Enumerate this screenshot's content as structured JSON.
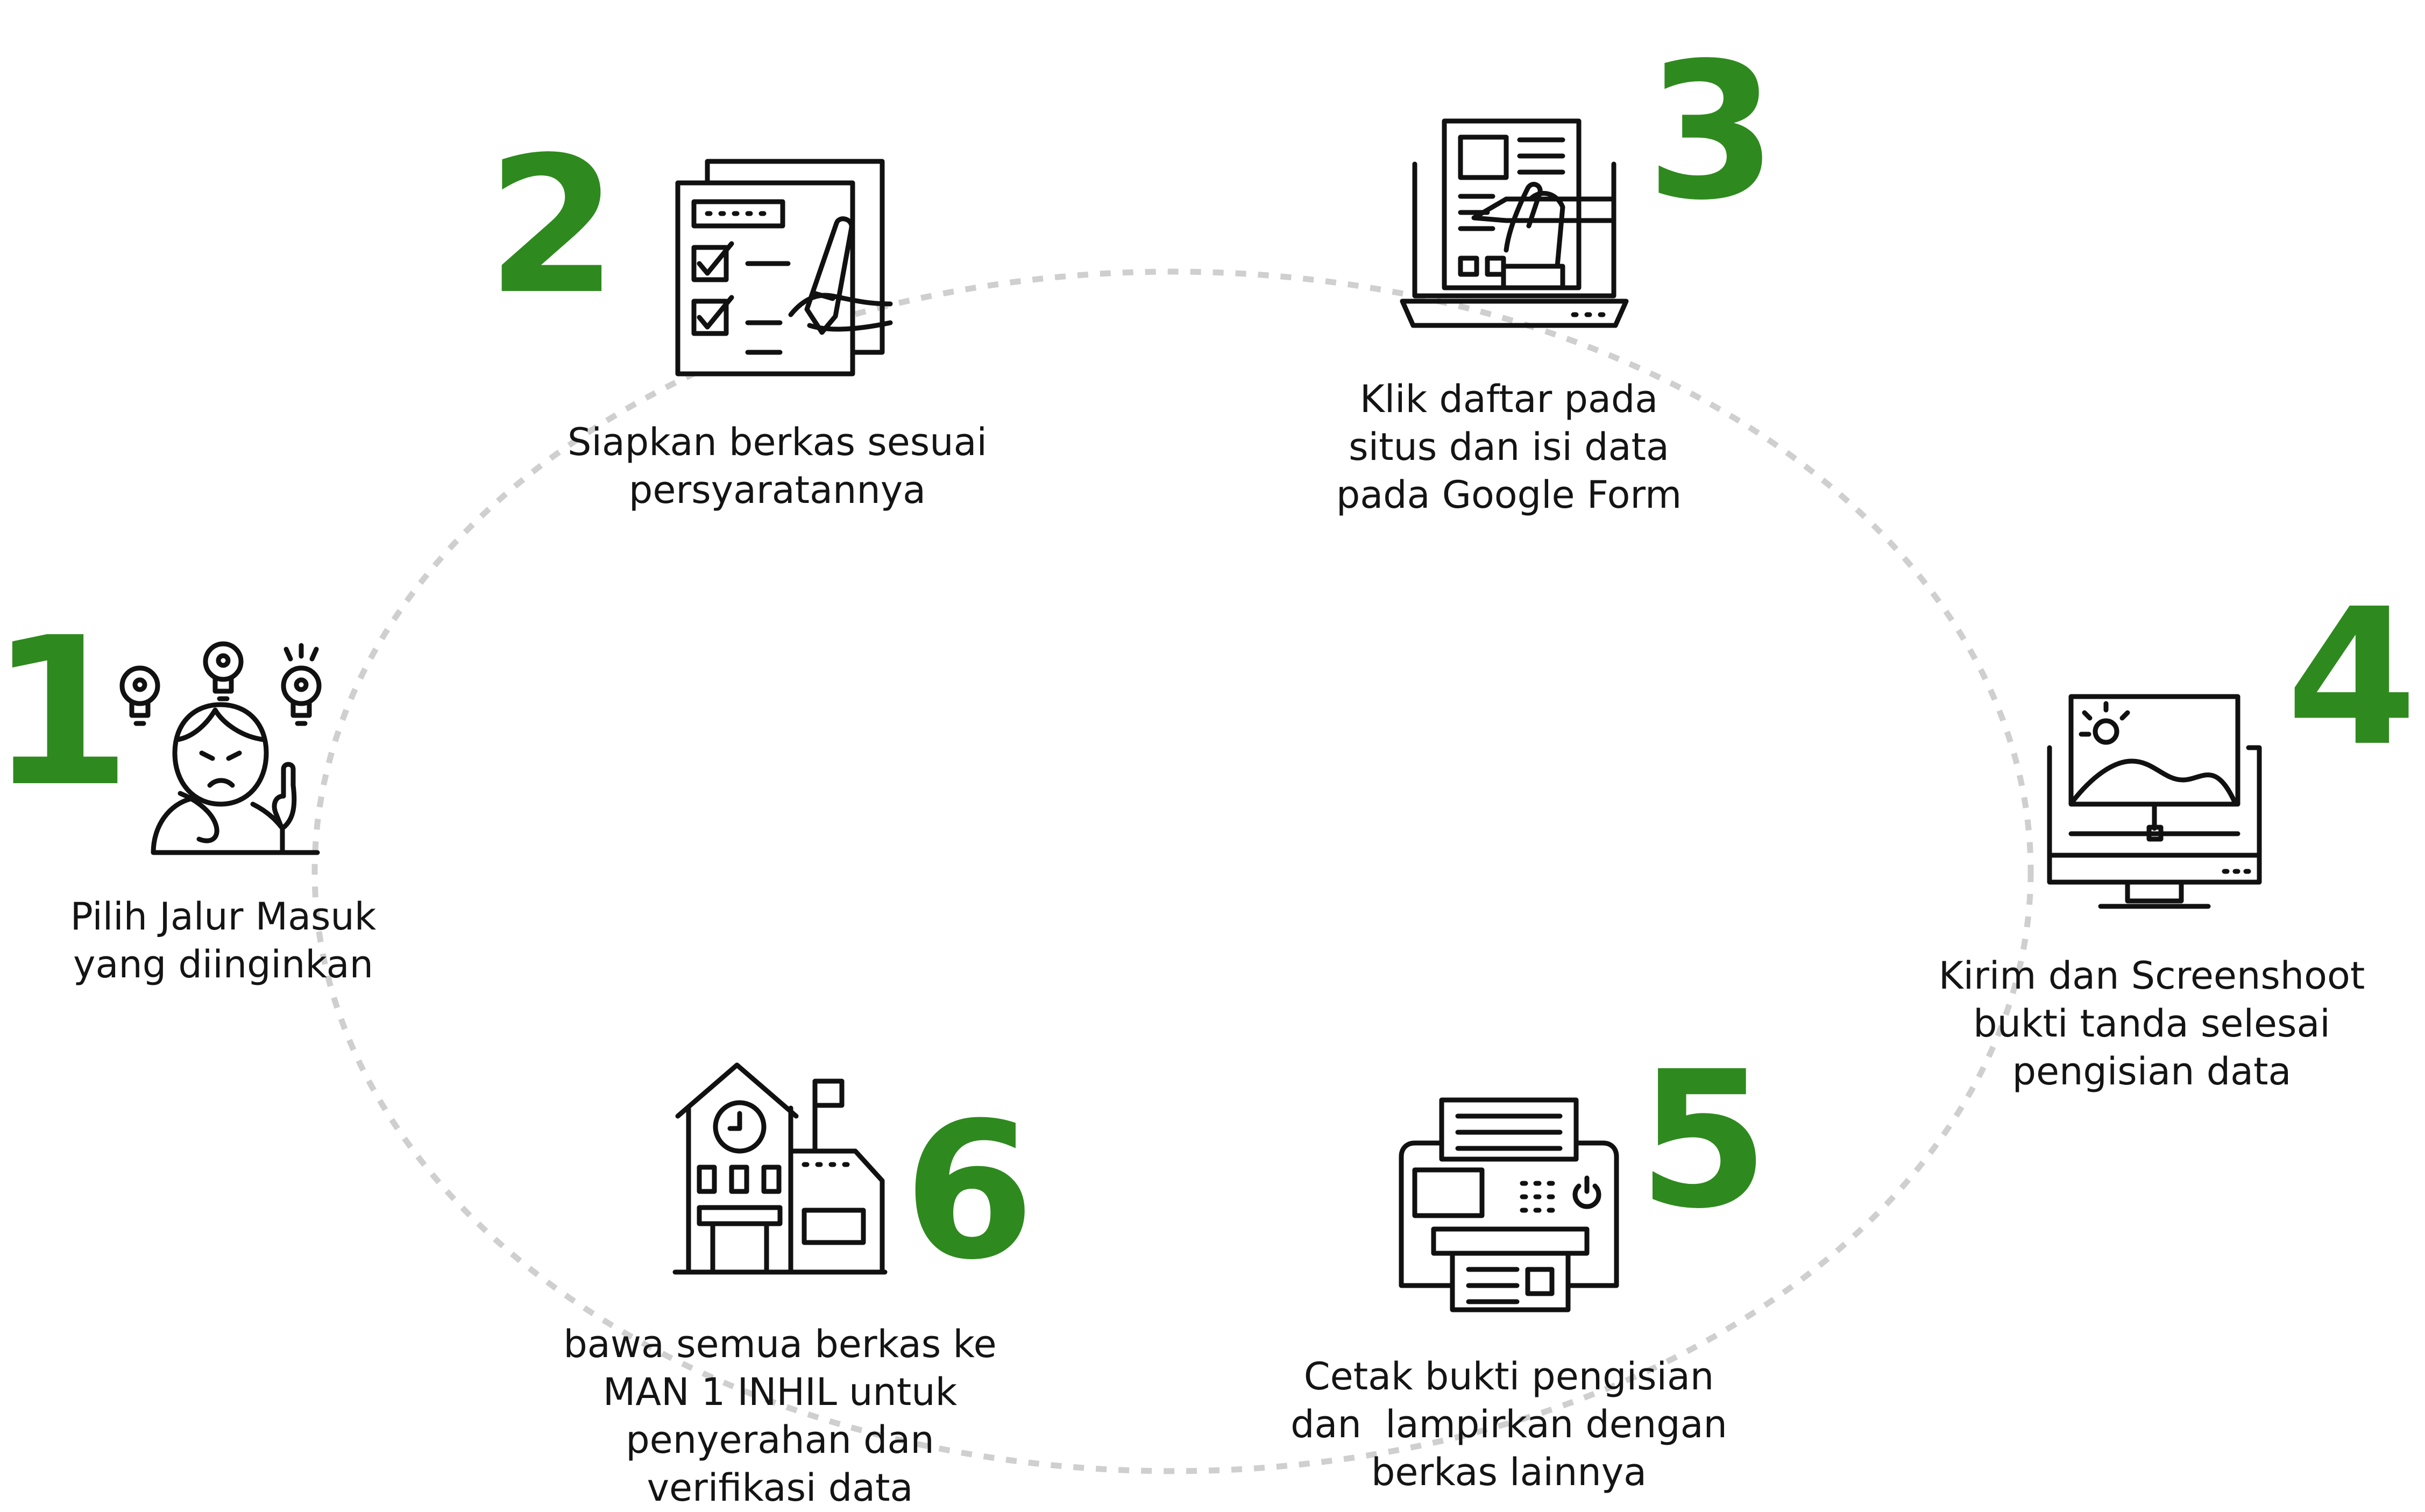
{
  "accent_color": "#2e8a1e",
  "cycle_color": "#cfcfcf",
  "steps": [
    {
      "number": "1",
      "icon": "confused-person-lightbulbs-icon",
      "lines": [
        "Pilih Jalur Masuk",
        "yang diinginkan"
      ]
    },
    {
      "number": "2",
      "icon": "checklist-document-pen-icon",
      "lines": [
        "Siapkan berkas sesuai",
        "persyaratannya"
      ]
    },
    {
      "number": "3",
      "icon": "laptop-form-hand-pen-icon",
      "lines": [
        "Klik daftar pada",
        "situs dan isi data",
        "pada Google Form"
      ]
    },
    {
      "number": "4",
      "icon": "monitor-screenshot-image-icon",
      "lines": [
        "Kirim dan Screenshoot",
        "bukti tanda selesai",
        "pengisian data"
      ]
    },
    {
      "number": "5",
      "icon": "printer-icon",
      "lines": [
        "Cetak bukti pengisian",
        "dan  lampirkan dengan",
        "berkas lainnya"
      ]
    },
    {
      "number": "6",
      "icon": "school-building-flag-icon",
      "lines": [
        "bawa semua berkas ke",
        "MAN 1 INHIL untuk",
        "penyerahan dan",
        "verifikasi data"
      ]
    }
  ]
}
